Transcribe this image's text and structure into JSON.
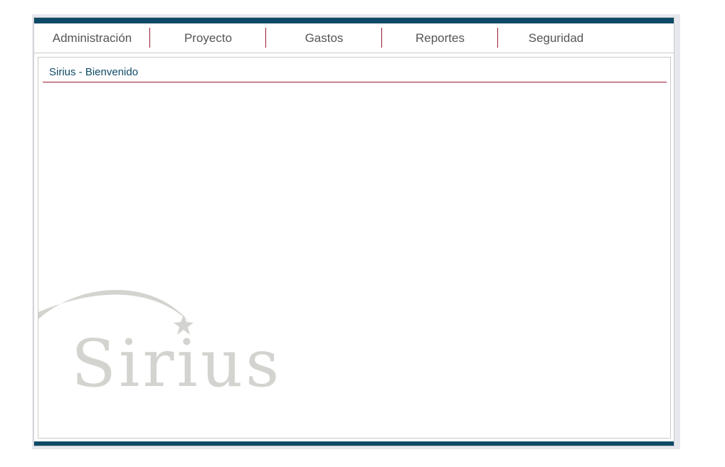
{
  "nav": {
    "items": [
      {
        "label": "Administración"
      },
      {
        "label": "Proyecto"
      },
      {
        "label": "Gastos"
      },
      {
        "label": "Reportes"
      },
      {
        "label": "Seguridad"
      }
    ]
  },
  "main": {
    "title": "Sirius - Bienvenido"
  },
  "logo": {
    "text": "Sirius",
    "icon": "star-icon",
    "color": "#d3d3cf"
  },
  "colors": {
    "bar": "#0e4a66",
    "accent": "#9b1b30",
    "title": "#0e4a66"
  }
}
